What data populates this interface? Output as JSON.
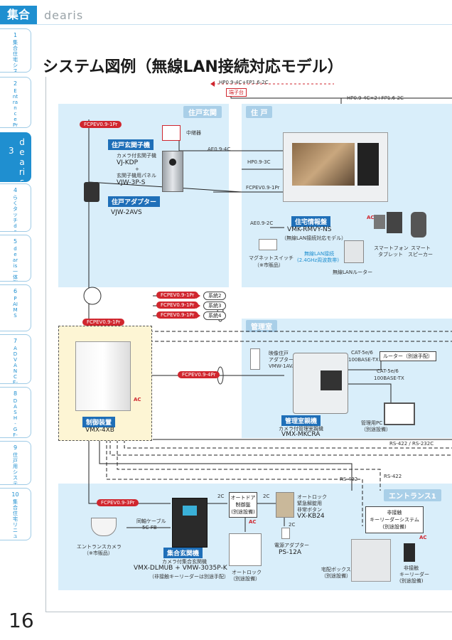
{
  "header": {
    "tab": "集合",
    "brand": "dearis"
  },
  "sidebar": [
    {
      "num": "1",
      "text": "集合住宅システムご選択にあたって"
    },
    {
      "num": "2",
      "text": "Entrance Prabbit"
    },
    {
      "num": "3",
      "text": "dearis"
    },
    {
      "num": "4",
      "text": "らくタッチdearisシステム"
    },
    {
      "num": "5",
      "text": "dearis一体型"
    },
    {
      "num": "6",
      "text": "PAIMS"
    },
    {
      "num": "7",
      "text": "ADVANCE-VIXUS"
    },
    {
      "num": "8",
      "text": "DASH-GF-WISM"
    },
    {
      "num": "9",
      "text": "住戸用システム"
    },
    {
      "num": "10",
      "text": "集合住宅リニューアル"
    }
  ],
  "title": "システム図例（無線LAN接続対応モデル）",
  "page_number": "16",
  "zones": {
    "genkan": "住戸玄関",
    "juko": "住 戸",
    "kanri": "管理室",
    "entrance1": "エントランス1"
  },
  "cables": {
    "top1": "HP0.9-4C+FP1.6-2C",
    "top2": "HP0.9-4C×2+FP1.6-2C",
    "terminal": "端子台",
    "ae_4c": "AE0.9-4C",
    "hp_3c": "HP0.9-3C",
    "fcpev_1pr": "FCPEV0.9-1Pr",
    "ae_2c": "AE0.9-2C",
    "fc_left": "FCPEV0.9-1Pr",
    "fc_mid": "FCPEV0.9-1Pr",
    "fc_sys1": "FCPEV0.9-1Pr",
    "fc_sys2": "FCPEV0.9-1Pr",
    "fc_sys3": "FCPEV0.9-1Pr",
    "fc_4pr": "FCPEV0.9-4Pr",
    "fc_3pr": "FCPEV0.9-3Pr",
    "cat1": "CAT-5e/6",
    "tx1": "100BASE-TX",
    "cat2": "CAT-5e/6",
    "tx2": "100BASE-TX",
    "rs": "RS-422 / RS-232C",
    "rs422a": "RS-422",
    "rs422b": "RS-422",
    "c2a": "2C",
    "c2b": "2C",
    "c2c": "2C",
    "coax_label": "同軸ケーブル",
    "coax": "5C-FB"
  },
  "systems": [
    "系統2",
    "系統3",
    "系統4"
  ],
  "devices": {
    "relay": "中継器",
    "genkan_title": "住戸玄関子機",
    "genkan_sub": "カメラ付玄関子機",
    "genkan_model": "VJ-KDP",
    "plus": "+",
    "panel": "玄関子機用パネル",
    "panel_model": "VJW-3P-S",
    "adapter_title": "住戸アダプター",
    "adapter_model": "VJW-2AVS",
    "info_title": "住宅情報盤",
    "info_model": "VMK-RMVY-NS",
    "info_note": "（無線LAN接続対応モデル）",
    "ac": "AC",
    "smartphone": "スマートフォン",
    "tablet": "タブレット",
    "speaker1": "スマート",
    "speaker2": "スピーカー",
    "wlan1": "無線LAN接続",
    "wlan2": "(2.4GHz周波数帯)",
    "router": "無線LANルーター",
    "magnet": "マグネットスイッチ",
    "ichiba": "（※市販品）",
    "ctrl_title": "制御装置",
    "ctrl_model": "VMX-4XB",
    "ctrl_ac": "AC",
    "vid_adapter": "映像住戸",
    "vid_adapter2": "アダプター",
    "vid_model": "VMW-1AVA",
    "mgr_title": "管理室親機",
    "mgr_sub": "カメラ付管理室親機",
    "mgr_model": "VMX-MKCRA",
    "router2": "ルーター（別途手配）",
    "pc1": "管理用PC",
    "pc2": "（別途設備）",
    "cam1": "エントランスカメラ",
    "cam2": "（※市販品）",
    "ent_title": "集合玄関機",
    "ent_sub": "カメラ付集合玄関機",
    "ent_model": "VMX-DLMUB + VMW-3035P-K",
    "ent_note": "（非接触キーリーダーは別途手配）",
    "door_ctrl1": "オートドア",
    "door_ctrl2": "制御盤",
    "door_ctrl3": "(別途設備)",
    "ac2": "AC",
    "lock_btn1": "オートロック",
    "lock_btn2": "緊急解錠用",
    "lock_btn3": "非常ボタン",
    "lock_btn_model": "VX-KB24",
    "power1": "電源アダプター",
    "power_model": "PS-12A",
    "autolock1": "オートロック",
    "autolock2": "（別途設備）",
    "key1": "非接触",
    "key2": "キーリーダーシステム",
    "key3": "(別途設備)",
    "ac3": "AC",
    "delivery1": "宅配ボックス",
    "delivery2": "（別途設備）",
    "reader1": "非接触",
    "reader2": "キーリーダー",
    "reader3": "(別途設備)"
  },
  "colors": {
    "accent": "#1f8fd0",
    "zone": "#d9eefa",
    "tag_red": "#d0262e",
    "tag_blue": "#1f6fb8"
  }
}
